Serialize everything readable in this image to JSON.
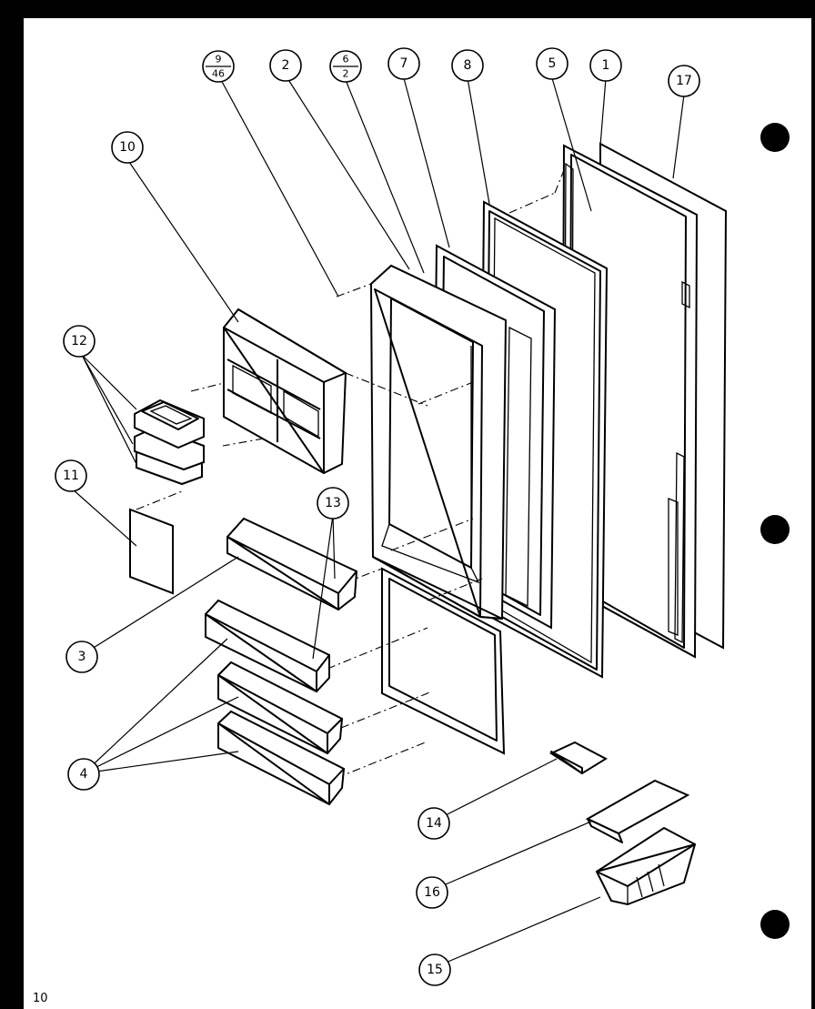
{
  "callouts": {
    "c9_46_top": "9",
    "c9_46_bot": "46",
    "c2": "2",
    "c6_2_top": "6",
    "c6_2_bot": "2",
    "c7": "7",
    "c8": "8",
    "c5_top": "5",
    "c1": "1",
    "c17": "17",
    "c10": "10",
    "c12": "12",
    "c11": "11",
    "c13": "13",
    "c3": "3",
    "c4": "4",
    "c14": "14",
    "c16": "16",
    "c15": "15"
  },
  "page_number": "10"
}
